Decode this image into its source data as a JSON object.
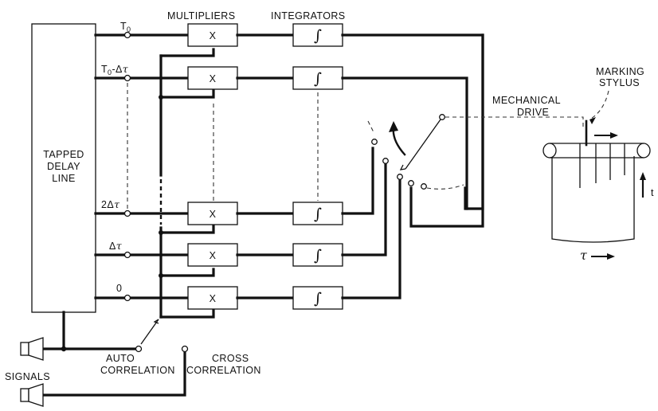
{
  "labels": {
    "multipliers": "MULTIPLIERS",
    "integrators": "INTEGRATORS",
    "delay_line_1": "TAPPED",
    "delay_line_2": "DELAY",
    "delay_line_3": "LINE",
    "tap_t0_a": "T",
    "tap_t0_sub": "0",
    "tap_t0dt_a": "T",
    "tap_t0dt_sub": "0",
    "tap_t0dt_b": "-Δ",
    "tap_t0dt_c": "τ",
    "tap_2dt_a": "2Δ",
    "tap_2dt_b": "τ",
    "tap_dt_a": "Δ",
    "tap_dt_b": "τ",
    "tap_zero": "0",
    "mult_symbol": "X",
    "int_symbol": "∫",
    "mechanical_1": "MECHANICAL",
    "mechanical_2": "DRIVE",
    "marking_1": "MARKING",
    "marking_2": "STYLUS",
    "axis_t": "t",
    "axis_tau": "τ",
    "auto_1": "AUTO",
    "auto_2": "CORRELATION",
    "cross_1": "CROSS",
    "cross_2": "CORRELATION",
    "signals": "SIGNALS"
  },
  "icons": {
    "speaker": "speaker-icon",
    "recorder": "paper-roll-icon"
  }
}
